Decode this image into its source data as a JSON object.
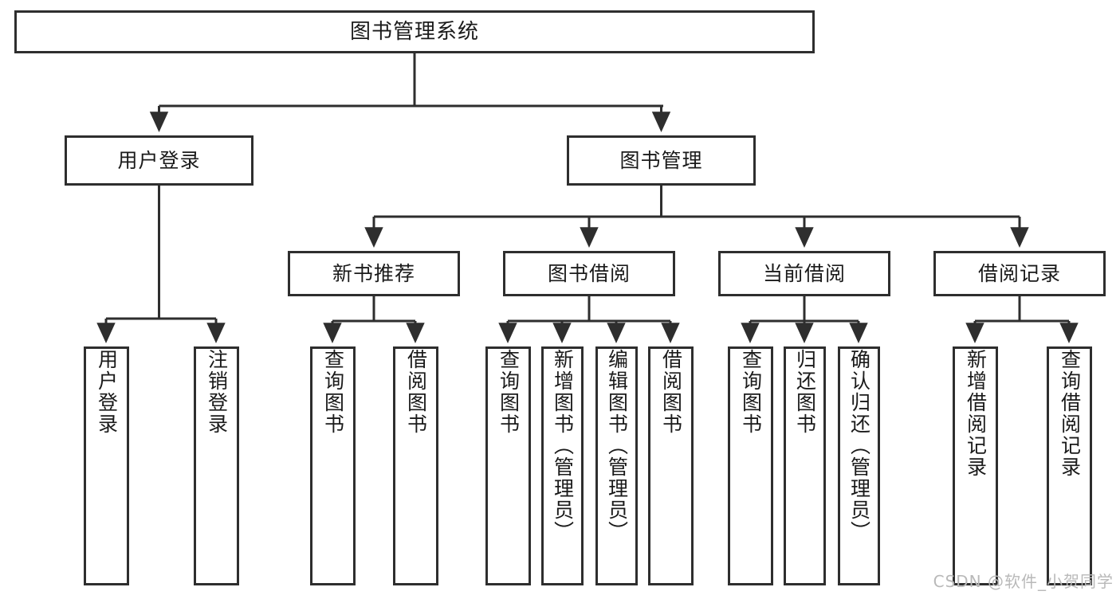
{
  "diagram": {
    "title": "图书管理系统",
    "type": "tree-hierarchy-flowchart",
    "stroke_color": "#2e2e2e",
    "fill_color": "#ffffff",
    "text_color": "#1a1a1a",
    "root": {
      "label": "图书管理系统"
    },
    "level2": [
      {
        "label": "用户登录"
      },
      {
        "label": "图书管理"
      }
    ],
    "level3": [
      {
        "label": "新书推荐"
      },
      {
        "label": "图书借阅"
      },
      {
        "label": "当前借阅"
      },
      {
        "label": "借阅记录"
      }
    ],
    "leaves": {
      "user_login": [
        {
          "label": "用户登录"
        },
        {
          "label": "注销登录"
        }
      ],
      "new_book_recommend": [
        {
          "label": "查询图书"
        },
        {
          "label": "借阅图书"
        }
      ],
      "book_borrow": [
        {
          "label": "查询图书"
        },
        {
          "label": "新增图书（管理员）"
        },
        {
          "label": "编辑图书（管理员）"
        },
        {
          "label": "借阅图书"
        }
      ],
      "current_borrow": [
        {
          "label": "查询图书"
        },
        {
          "label": "归还图书"
        },
        {
          "label": "确认归还（管理员）"
        }
      ],
      "borrow_record": [
        {
          "label": "新增借阅记录"
        },
        {
          "label": "查询借阅记录"
        }
      ]
    }
  },
  "watermark": {
    "text": "CSDN @软件_小贺同学",
    "color": "#b9b9b9"
  }
}
